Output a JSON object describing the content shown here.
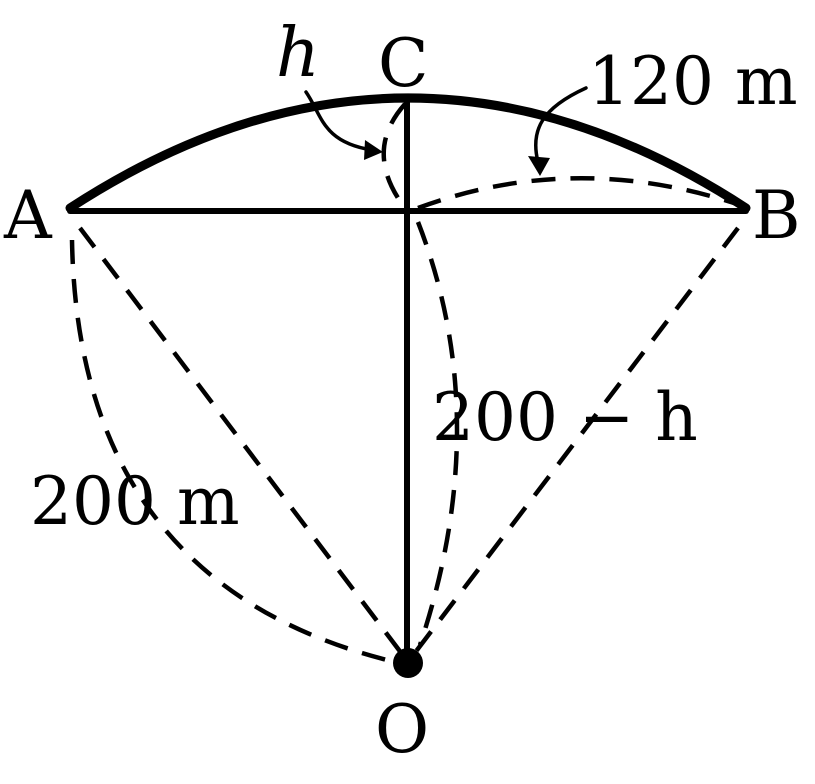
{
  "points": {
    "a": "A",
    "b": "B",
    "c": "C",
    "o": "O"
  },
  "labels": {
    "height": "h",
    "half_chord": "120 m",
    "radius": "200 m",
    "remaining": "200 − h"
  },
  "colors": {
    "ink": "#000000",
    "background": "#ffffff"
  }
}
